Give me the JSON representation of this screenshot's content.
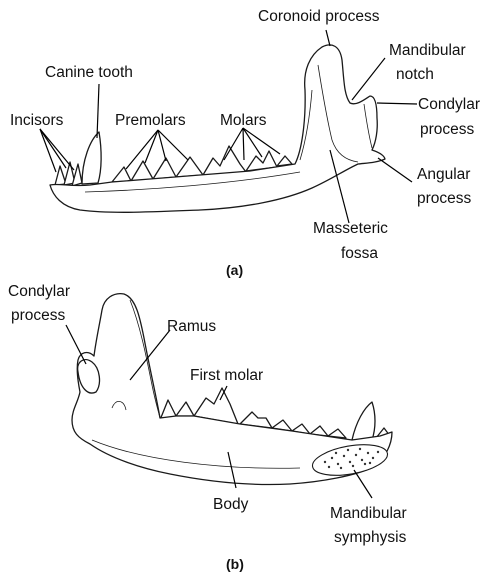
{
  "figure_a": {
    "caption": "(a)",
    "labels": {
      "coronoid_process": "Coronoid process",
      "mandibular_notch_1": "Mandibular",
      "mandibular_notch_2": "notch",
      "canine_tooth": "Canine tooth",
      "condylar_process_1": "Condylar",
      "condylar_process_2": "process",
      "incisors": "Incisors",
      "premolars": "Premolars",
      "molars": "Molars",
      "angular_process_1": "Angular",
      "angular_process_2": "process",
      "masseteric_fossa_1": "Masseteric",
      "masseteric_fossa_2": "fossa"
    }
  },
  "figure_b": {
    "caption": "(b)",
    "labels": {
      "condylar_process_1": "Condylar",
      "condylar_process_2": "process",
      "ramus": "Ramus",
      "first_molar": "First molar",
      "body": "Body",
      "mandibular_symphysis_1": "Mandibular",
      "mandibular_symphysis_2": "symphysis"
    }
  }
}
